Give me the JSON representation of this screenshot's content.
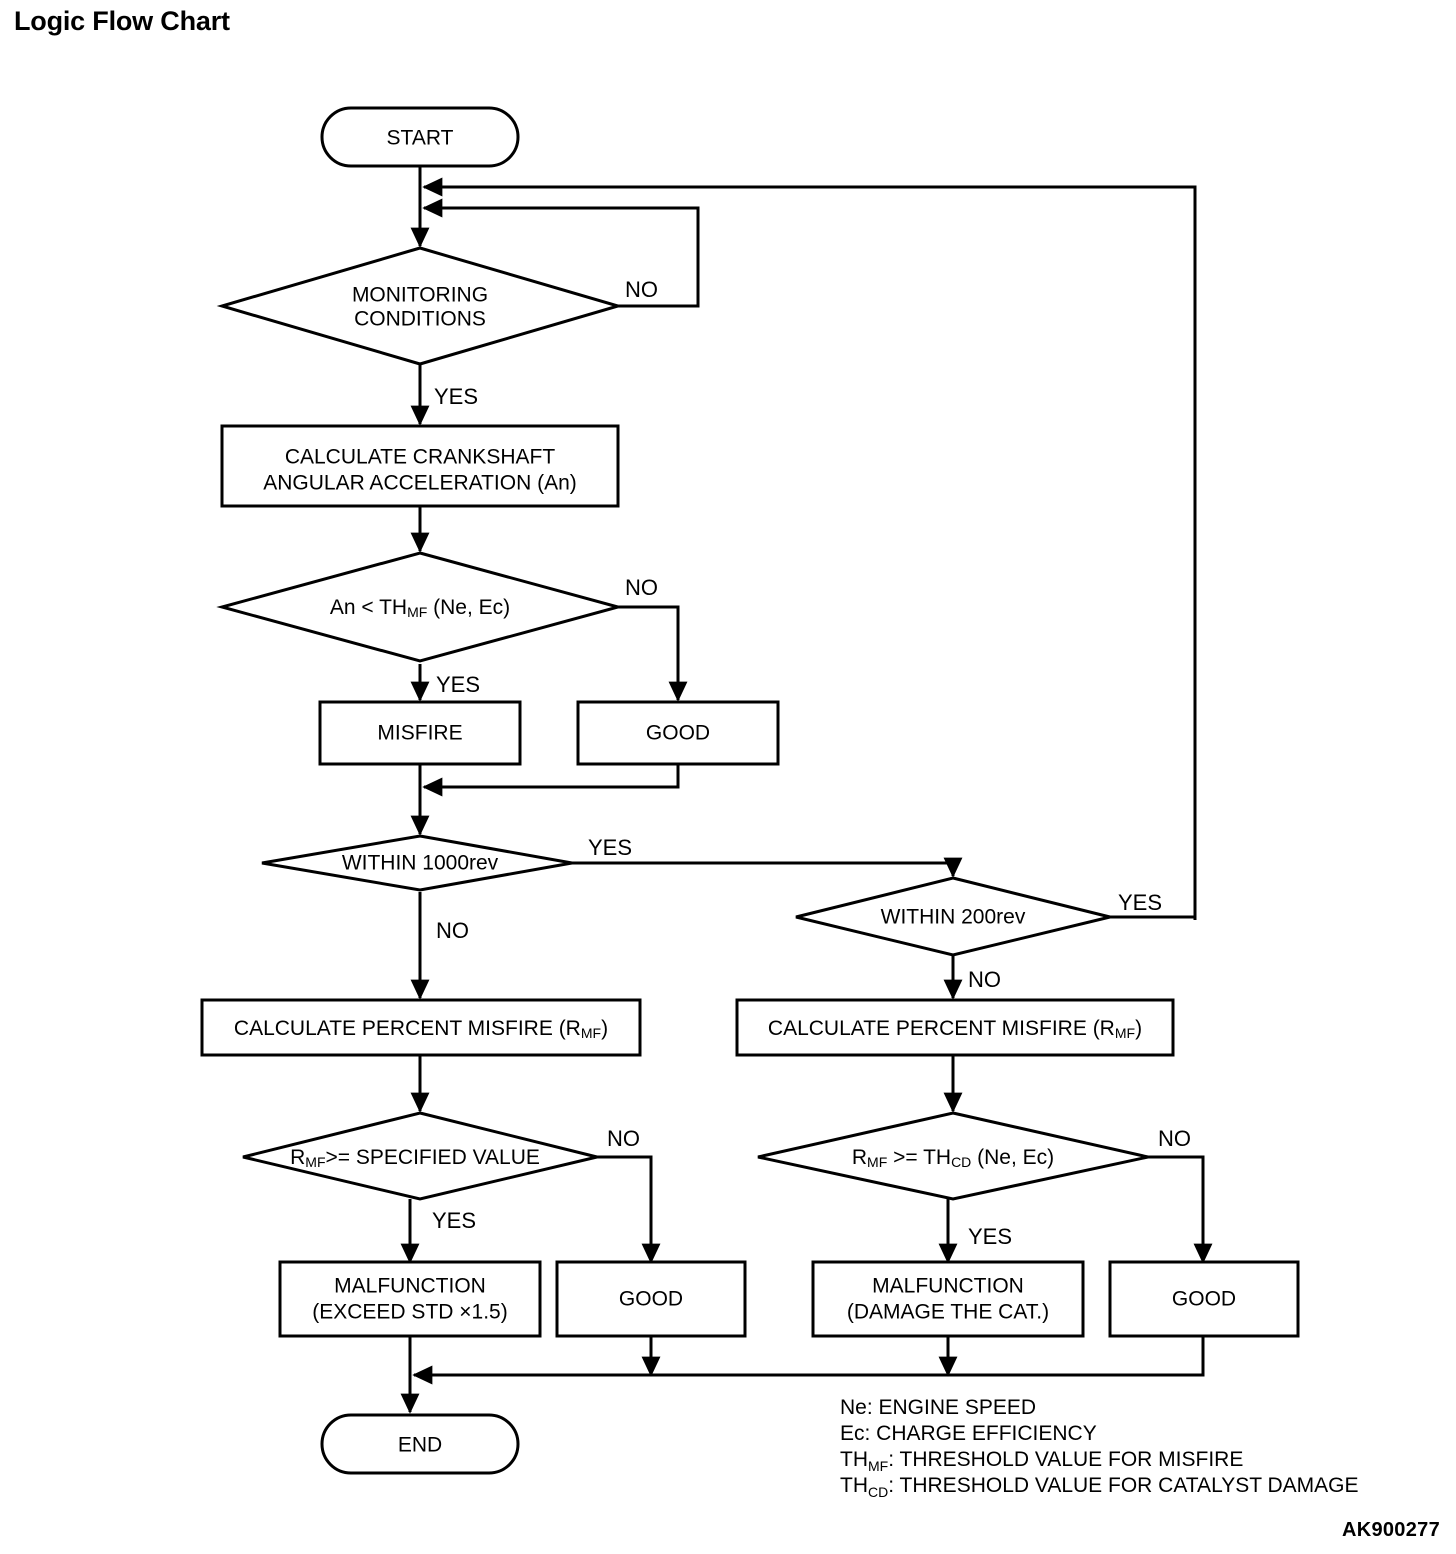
{
  "page": {
    "title": "Logic Flow Chart",
    "doc_code": "AK900277"
  },
  "nodes": {
    "start": "START",
    "end": "END",
    "monitoring_conditions_line1": "MONITORING",
    "monitoring_conditions_line2": "CONDITIONS",
    "calc_crankshaft_line1": "CALCULATE CRANKSHAFT",
    "calc_crankshaft_line2": "ANGULAR ACCELERATION (An)",
    "an_threshold_pre": "An < TH",
    "an_threshold_sub": "MF",
    "an_threshold_post": " (Ne,  Ec)",
    "misfire": "MISFIRE",
    "good_1": "GOOD",
    "within_1000rev": "WITHIN 1000rev",
    "within_200rev": "WITHIN 200rev",
    "calc_percent_misfire_left_pre": "CALCULATE PERCENT MISFIRE (R",
    "calc_percent_misfire_left_sub": "MF",
    "calc_percent_misfire_left_post": ")",
    "calc_percent_misfire_right_pre": "CALCULATE PERCENT MISFIRE (R",
    "calc_percent_misfire_right_sub": "MF",
    "calc_percent_misfire_right_post": ")",
    "rmf_specified_pre": "R",
    "rmf_specified_sub": "MF",
    "rmf_specified_post": ">= SPECIFIED VALUE",
    "rmf_thcd_pre": "R",
    "rmf_thcd_sub1": "MF",
    "rmf_thcd_mid": " >= TH",
    "rmf_thcd_sub2": "CD",
    "rmf_thcd_post": " (Ne, Ec)",
    "malfunction_exceed_line1": "MALFUNCTION",
    "malfunction_exceed_line2": "(EXCEED STD  ×1.5)",
    "good_2": "GOOD",
    "malfunction_cat_line1": "MALFUNCTION",
    "malfunction_cat_line2": "(DAMAGE THE CAT.)",
    "good_3": "GOOD"
  },
  "edge_labels": {
    "monitoring_no": "NO",
    "monitoring_yes": "YES",
    "an_no": "NO",
    "an_yes": "YES",
    "rev1000_yes": "YES",
    "rev1000_no": "NO",
    "rev200_yes": "YES",
    "rev200_no": "NO",
    "spec_no": "NO",
    "spec_yes": "YES",
    "thcd_no": "NO",
    "thcd_yes": "YES"
  },
  "legend": {
    "ne_pre": "Ne: ENGINE SPEED",
    "ec_pre": "Ec: CHARGE EFFICIENCY",
    "thmf_pre": "TH",
    "thmf_sub": "MF",
    "thmf_post": ": THRESHOLD VALUE FOR MISFIRE",
    "thcd_pre": "TH",
    "thcd_sub": "CD",
    "thcd_post": ": THRESHOLD VALUE FOR CATALYST DAMAGE"
  },
  "colors": {
    "stroke": "#000000",
    "fill": "#ffffff",
    "text": "#000000"
  }
}
